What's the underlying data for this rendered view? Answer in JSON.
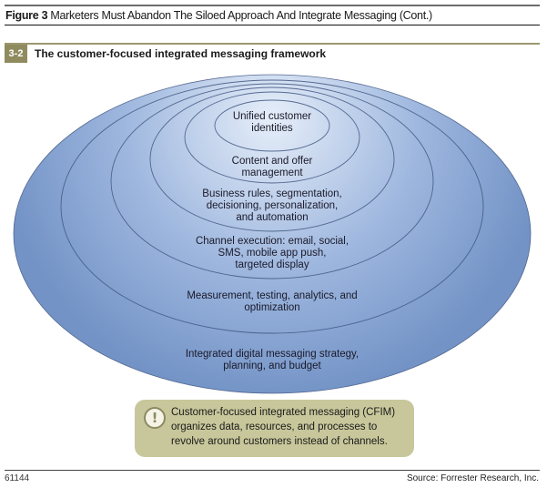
{
  "figure": {
    "label": "Figure 3",
    "title": "Marketers Must Abandon The Siloed Approach And Integrate Messaging (Cont.)"
  },
  "panel": {
    "badge": "3-2",
    "subtitle": "The customer-focused integrated messaging framework"
  },
  "colors": {
    "ring_outer": "#7393c6",
    "ring_inner": "#dfe9f7",
    "ring_stroke": "#3f5680",
    "badge": "#8f8b5e",
    "callout_bg": "#c8c79b"
  },
  "rings": [
    {
      "id": "strategy",
      "lines": [
        "Integrated digital messaging strategy,",
        "planning, and budget"
      ]
    },
    {
      "id": "measurement",
      "lines": [
        "Measurement, testing, analytics, and",
        "optimization"
      ]
    },
    {
      "id": "channel",
      "lines": [
        "Channel execution: email, social,",
        "SMS, mobile app push,",
        "targeted display"
      ]
    },
    {
      "id": "business-rules",
      "lines": [
        "Business rules, segmentation,",
        "decisioning, personalization,",
        "and automation"
      ]
    },
    {
      "id": "content",
      "lines": [
        "Content and offer",
        "management"
      ]
    },
    {
      "id": "identities",
      "lines": [
        "Unified customer",
        "identities"
      ]
    }
  ],
  "callout": {
    "icon": "exclamation-icon",
    "icon_glyph": "!",
    "lines": [
      "Customer-focused integrated messaging (CFIM)",
      "organizes data, resources, and processes to",
      "revolve around customers instead of channels."
    ]
  },
  "footer": {
    "figure_id": "61144",
    "source": "Source: Forrester Research, Inc."
  }
}
